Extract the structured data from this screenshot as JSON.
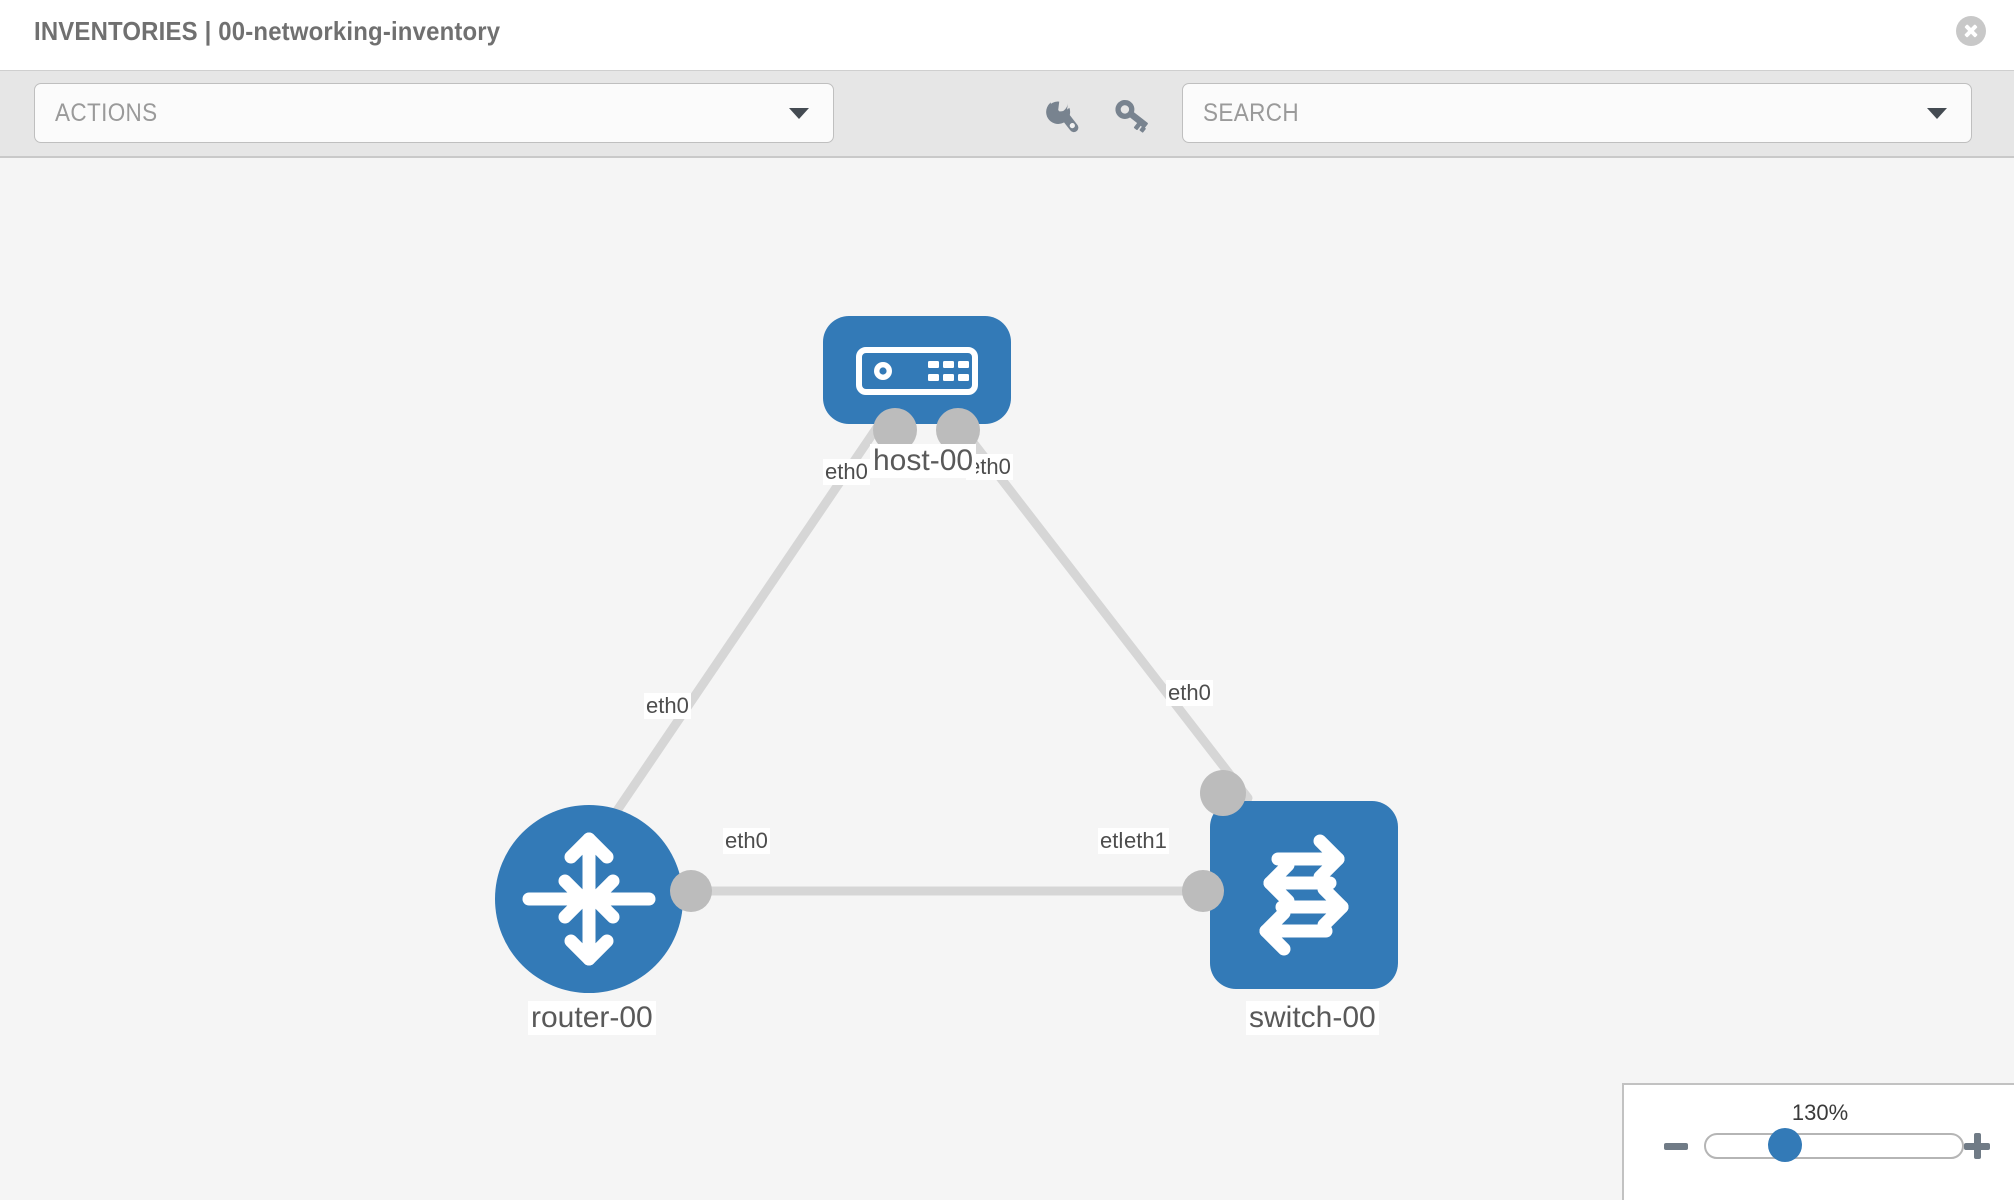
{
  "header": {
    "title": "INVENTORIES | 00-networking-inventory",
    "close_icon": "close-icon"
  },
  "toolbar": {
    "actions_label": "ACTIONS",
    "actions_caret_icon": "chevron-down-icon",
    "wrench_icon": "wrench-icon",
    "key_icon": "key-icon",
    "search_placeholder": "SEARCH",
    "search_caret_icon": "chevron-down-icon"
  },
  "topology": {
    "nodes": [
      {
        "id": "host-00",
        "label": "host-00",
        "icon": "server-icon",
        "shape": "rounded-rect"
      },
      {
        "id": "router-00",
        "label": "router-00",
        "icon": "router-icon",
        "shape": "circle"
      },
      {
        "id": "switch-00",
        "label": "switch-00",
        "icon": "switch-icon",
        "shape": "rounded-square"
      }
    ],
    "interface_labels": [
      "eth0",
      "eth0",
      "eth0",
      "eth0",
      "eth0",
      "eth0",
      "eth1"
    ],
    "colors": {
      "node_blue": "#337ab7",
      "link_grey": "#d6d6d6",
      "stub_grey": "#bcbcbc",
      "canvas_bg": "#f5f5f5"
    }
  },
  "zoom_control": {
    "value": "130%",
    "minus_icon": "minus-icon",
    "plus_icon": "plus-icon",
    "slider_name": "zoom-slider"
  }
}
